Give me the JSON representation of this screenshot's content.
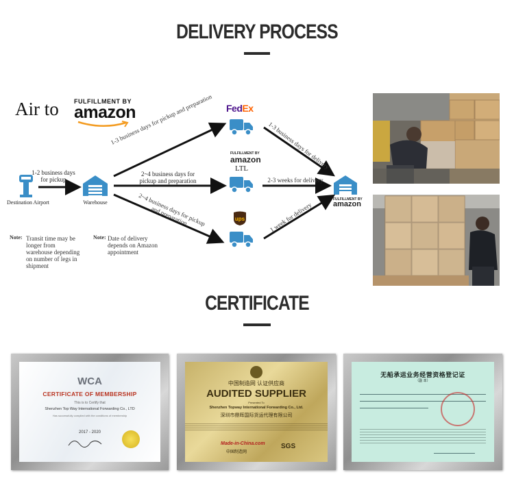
{
  "sections": {
    "delivery_title": "DELIVERY PROCESS",
    "certificate_title": "CERTIFICATE"
  },
  "diagram": {
    "air_to": "Air to",
    "fba_small": "FULFILLMENT BY",
    "amazon": "amazon",
    "airport_label": "Destination Airport",
    "warehouse_label": "Warehouse",
    "airport_to_warehouse": "1-2 business days for pickup",
    "to_fedex": "1-3 business days for pickup and preparation",
    "to_ltl": "2~4 business days for pickup and preparation",
    "to_ups": "2~4 business days for pickup and preparation",
    "fedex_to_amazon": "1-3 business days for delivery",
    "ltl_to_amazon": "2-3 weeks for delivery",
    "ups_to_amazon": "1 week for delivery",
    "fedex_logo": "FedEx",
    "ltl_fba_small": "FULFILLMENT BY",
    "ltl_amazon": "amazon",
    "ltl_label": "LTL",
    "ups_logo": "ups",
    "dest_fba_small": "FULFILLMENT BY",
    "dest_amazon": "amazon",
    "note1_label": "Note:",
    "note1_text": "Transit time may be longer from warehouse depending on number of legs in shipment",
    "note2_label": "Note:",
    "note2_text": "Date of delivery depends on Amazon appointment"
  },
  "certificates": {
    "wca": {
      "logo": "WCA",
      "title": "CERTIFICATE OF MEMBERSHIP",
      "certify": "This is to Certify that",
      "company": "Shenzhen Top Way International Forwarding Co., LTD",
      "line": "Has successfully complied with the conditions of membership",
      "years": "2017 - 2020"
    },
    "audited": {
      "cn_top": "中国制造网 认证供应商",
      "title": "AUDITED SUPPLIER",
      "presented": "Presented To",
      "company": "Shenzhen Topway International Forwarding Co., Ltd.",
      "cn_company": "深圳市鼎晖国际货运代理有限公司",
      "footer_logo": "Made-in-China.com",
      "footer_cn": "中国制造网",
      "sgs": "SGS"
    },
    "nvocc": {
      "title": "无船承运业务经营资格登记证",
      "subtitle": "（副 本）"
    }
  }
}
